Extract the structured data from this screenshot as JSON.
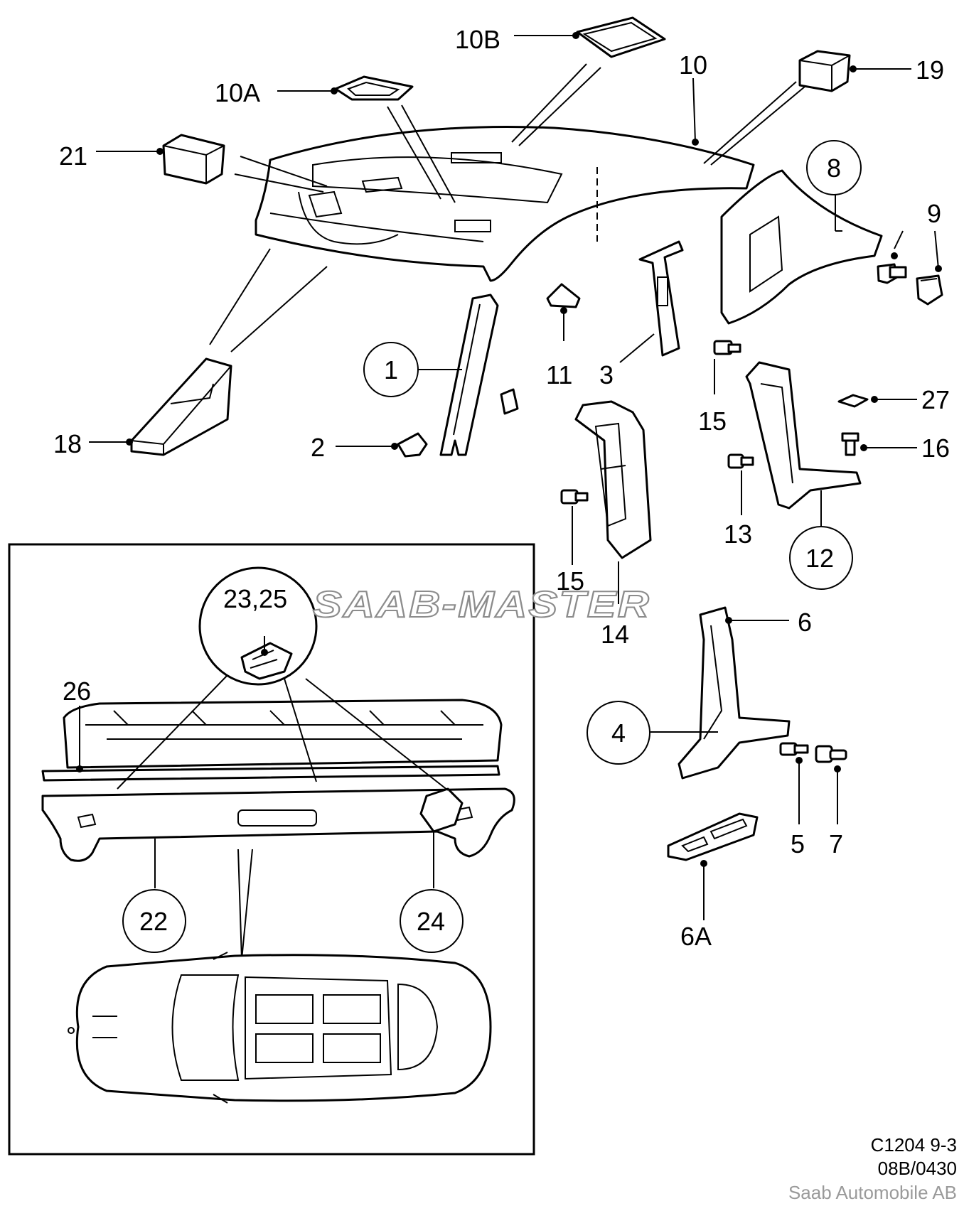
{
  "diagram": {
    "callouts": {
      "c10B": "10B",
      "c10A": "10A",
      "c10": "10",
      "c19": "19",
      "c21": "21",
      "c8": "8",
      "c9": "9",
      "c1": "1",
      "c11": "11",
      "c3": "3",
      "c15a": "15",
      "c27": "27",
      "c18": "18",
      "c2": "2",
      "c16": "16",
      "c13": "13",
      "c12": "12",
      "c15b": "15",
      "c14": "14",
      "c2325": "23,25",
      "c6": "6",
      "c26": "26",
      "c4": "4",
      "c5": "5",
      "c7": "7",
      "c22": "22",
      "c24": "24",
      "c6A": "6A"
    },
    "watermark": "SAAB-MASTER",
    "footer": {
      "code": "C1204 9-3",
      "ref": "08B/0430",
      "publisher": "Saab Automobile AB"
    }
  }
}
